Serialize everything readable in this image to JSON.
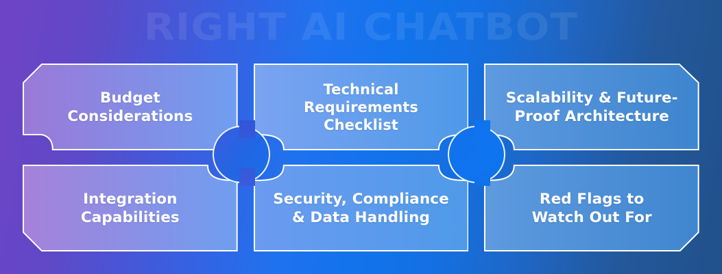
{
  "title": {
    "text": "RIGHT AI CHATBOT",
    "style": "watermark",
    "color": "rgba(255,255,255,0.085)"
  },
  "background": {
    "type": "linear-gradient",
    "direction": "left-to-right diagonal",
    "stops": [
      "#6f44c6",
      "#3f5bdc",
      "#1273ec",
      "#1f66c4",
      "#22518a"
    ]
  },
  "cards": {
    "top_row": [
      {
        "id": "budget-considerations",
        "label": "Budget\nConsiderations",
        "lines": 2,
        "shape": "cut-top-left-notch-bottom-right",
        "fill_start": "#9b79d8",
        "fill_end": "#6f9ef0",
        "border": "#ffffff"
      },
      {
        "id": "technical-requirements-checklist",
        "label": "Technical\nRequirements\nChecklist",
        "lines": 3,
        "shape": "notch-bottom-left-notch-bottom-right",
        "fill_start": "#7ba3f2",
        "fill_end": "#4e9ae8",
        "border": "#ffffff"
      },
      {
        "id": "scalability-future-proof-architecture",
        "label": "Scalability & Future-\nProof Architecture",
        "lines": 2,
        "shape": "cut-top-right-notch-bottom-left",
        "fill_start": "#5e9ae0",
        "fill_end": "#3d85cf",
        "border": "#ffffff"
      }
    ],
    "bottom_row": [
      {
        "id": "integration-capabilities",
        "label": "Integration\nCapabilities",
        "lines": 2,
        "shape": "notch-top-right-cut-bottom-left",
        "fill_start": "#a681da",
        "fill_end": "#6f9ef0",
        "border": "#ffffff"
      },
      {
        "id": "security-compliance-data-handling",
        "label": "Security, Compliance\n& Data Handling",
        "lines": 2,
        "shape": "notch-top-left-notch-top-right",
        "fill_start": "#6a9bf0",
        "fill_end": "#4f9ae9",
        "border": "#ffffff"
      },
      {
        "id": "red-flags-to-watch-out-for",
        "label": "Red Flags to\nWatch Out For",
        "lines": 2,
        "shape": "notch-top-left-cut-bottom-right",
        "fill_start": "#5e9ade",
        "fill_end": "#3f86d0",
        "border": "#ffffff"
      }
    ]
  },
  "connectors": [
    {
      "id": "connector-left",
      "shape": "circle",
      "color": "#2166e4"
    },
    {
      "id": "connector-right",
      "shape": "circle",
      "color": "#0f74ef"
    }
  ]
}
